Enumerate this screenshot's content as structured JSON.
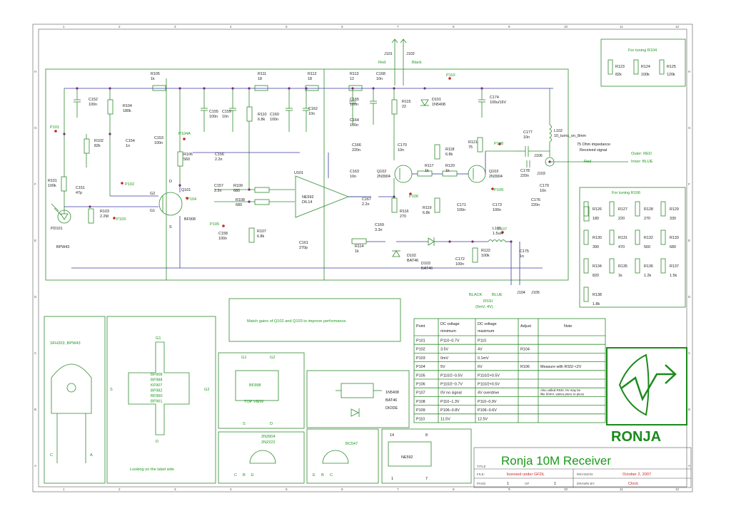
{
  "frame": {
    "cols": [
      "1",
      "2",
      "3",
      "4",
      "5",
      "6",
      "7",
      "8",
      "9",
      "10",
      "11",
      "12"
    ],
    "rows": [
      "H",
      "G",
      "F",
      "E",
      "D",
      "C",
      "B",
      "A"
    ]
  },
  "nets": {
    "j101": "J101",
    "j102": "J102",
    "red": "Red",
    "black": "Black",
    "p110_top": "P110",
    "p101": "P101",
    "p102": "P102",
    "p103": "P103",
    "p104": "P104",
    "p104a": "P104A",
    "p105": "P105",
    "p106": "P106",
    "p107": "P107",
    "p108": "P108",
    "p109": "P109",
    "j103": "J103",
    "j104": "J104",
    "j105": "J105",
    "j106": "J106",
    "imp1": "75 Ohm impedance",
    "imp2": "Received signal",
    "outer": "Outer: RED",
    "inner": "Inner: BLUE",
    "red2": "Red",
    "rssi_black": "BLACK",
    "rssi_blue": "BLUE",
    "rssi": "RSSI",
    "rssi_range": "(0mV..4V)",
    "bpw43": "BPW43",
    "pd101": "PD101",
    "u101": "U101",
    "ne592": "NE592",
    "dil14": "DIL14",
    "q101": "Q101",
    "bf908": "BF908",
    "g1": "G1",
    "g2": "G2",
    "d": "D",
    "s": "S"
  },
  "components": [
    {
      "ref": "R105",
      "val": "1k"
    },
    {
      "ref": "R111",
      "val": "18"
    },
    {
      "ref": "R112",
      "val": "18"
    },
    {
      "ref": "R113",
      "val": "12"
    },
    {
      "ref": "C168",
      "val": "10n"
    },
    {
      "ref": "C152",
      "val": "100n"
    },
    {
      "ref": "R104",
      "val": "180k"
    },
    {
      "ref": "C155",
      "val": "100n"
    },
    {
      "ref": "C159",
      "val": "10n"
    },
    {
      "ref": "R110",
      "val": "6.8k"
    },
    {
      "ref": "C160",
      "val": "100n"
    },
    {
      "ref": "C162",
      "val": "10n"
    },
    {
      "ref": "C165",
      "val": "100n"
    },
    {
      "ref": "C164",
      "val": "100n"
    },
    {
      "ref": "R115",
      "val": "22"
    },
    {
      "ref": "D101",
      "val": "1N5408"
    },
    {
      "ref": "C174",
      "val": "100u/16V"
    },
    {
      "ref": "R102",
      "val": "82k"
    },
    {
      "ref": "C154",
      "val": "1n"
    },
    {
      "ref": "C153",
      "val": "100n"
    },
    {
      "ref": "R106",
      "val": "560"
    },
    {
      "ref": "C156",
      "val": "2.2n"
    },
    {
      "ref": "C166",
      "val": "220n"
    },
    {
      "ref": "C170",
      "val": "10n"
    },
    {
      "ref": "R118",
      "val": "6.8k"
    },
    {
      "ref": "R121",
      "val": "75"
    },
    {
      "ref": "C177",
      "val": "10n"
    },
    {
      "ref": "L102",
      "val": "10_turns_on_8mm"
    },
    {
      "ref": "R101",
      "val": "100k"
    },
    {
      "ref": "C151",
      "val": "47p"
    },
    {
      "ref": "C157",
      "val": "2.2n"
    },
    {
      "ref": "R109",
      "val": "680"
    },
    {
      "ref": "R108",
      "val": "680"
    },
    {
      "ref": "C163",
      "val": "10n"
    },
    {
      "ref": "Q102",
      "val": "2N3904"
    },
    {
      "ref": "R117",
      "val": "1k"
    },
    {
      "ref": "R120",
      "val": "1k"
    },
    {
      "ref": "Q103",
      "val": "2N3904"
    },
    {
      "ref": "C178",
      "val": "220n"
    },
    {
      "ref": "C179",
      "val": "10n"
    },
    {
      "ref": "C176",
      "val": "220n"
    },
    {
      "ref": "R103",
      "val": "2.2M"
    },
    {
      "ref": "C158",
      "val": "100n"
    },
    {
      "ref": "R107",
      "val": "6.8k"
    },
    {
      "ref": "C161",
      "val": "270p"
    },
    {
      "ref": "C167",
      "val": "2.2n"
    },
    {
      "ref": "R116",
      "val": "270"
    },
    {
      "ref": "R119",
      "val": "6.8k"
    },
    {
      "ref": "C171",
      "val": "100n"
    },
    {
      "ref": "C173",
      "val": "100n"
    },
    {
      "ref": "C169",
      "val": "3.3n"
    },
    {
      "ref": "R114",
      "val": "1k"
    },
    {
      "ref": "D102",
      "val": "BAT46"
    },
    {
      "ref": "D103",
      "val": "BAT46"
    },
    {
      "ref": "C172",
      "val": "100n"
    },
    {
      "ref": "R122",
      "val": "100k"
    },
    {
      "ref": "L101",
      "val": "1.5uH"
    },
    {
      "ref": "C175",
      "val": "1n"
    }
  ],
  "tuning_r104": {
    "title": "For tuning R104",
    "items": [
      {
        "ref": "R123",
        "val": "82k"
      },
      {
        "ref": "R124",
        "val": "100k"
      },
      {
        "ref": "R125",
        "val": "120k"
      }
    ]
  },
  "tuning_r106": {
    "title": "For tuning R106",
    "items": [
      {
        "ref": "R126",
        "val": "180"
      },
      {
        "ref": "R127",
        "val": "220"
      },
      {
        "ref": "R128",
        "val": "270"
      },
      {
        "ref": "R129",
        "val": "330"
      },
      {
        "ref": "R130",
        "val": "390"
      },
      {
        "ref": "R131",
        "val": "470"
      },
      {
        "ref": "R132",
        "val": "560"
      },
      {
        "ref": "R133",
        "val": "680"
      },
      {
        "ref": "R134",
        "val": "820"
      },
      {
        "ref": "R135",
        "val": "1k"
      },
      {
        "ref": "R136",
        "val": "1.2k"
      },
      {
        "ref": "R137",
        "val": "1.5k"
      },
      {
        "ref": "R138",
        "val": "1.8k"
      }
    ]
  },
  "note_box": "Match gains of Q102 and Q103 to improve performance.",
  "table": {
    "headers": [
      "Point",
      "DC voltage minimum",
      "DC voltage maximum",
      "Adjust",
      "Note"
    ],
    "rows": [
      [
        "P101",
        "P110−0.7V",
        "P110",
        "",
        ""
      ],
      [
        "P102",
        "3.5V",
        "4V",
        "R104",
        ""
      ],
      [
        "P103",
        "0mV",
        "0.1mV",
        "",
        ""
      ],
      [
        "P104",
        "5V",
        "6V",
        "R106",
        "Measure with RSSI <2V"
      ],
      [
        "P105",
        "P110/2−0.5V",
        "P110/2+0.5V",
        "",
        ""
      ],
      [
        "P106",
        "P110/2−0.7V",
        "P110/2+0.5V",
        "",
        ""
      ],
      [
        "P107",
        "0V no signal",
        "4V overdrive",
        "",
        "Also called RSSI. 0V may be like 60mV, varies piece to piece"
      ],
      [
        "P108",
        "P110−1.3V",
        "P110−0.9V",
        "",
        ""
      ],
      [
        "P109",
        "P106−0.8V",
        "P106−0.6V",
        "",
        ""
      ],
      [
        "P110",
        "11.5V",
        "12.5V",
        "",
        ""
      ]
    ]
  },
  "packages": {
    "pd_title": "SFH203, BPW43",
    "pd_c": "C",
    "pd_a": "A",
    "fet_g1": "G1",
    "fet_g2": "G2",
    "fet_s": "S",
    "fet_d": "D",
    "fet_list": [
      "BF908",
      "BF988",
      "KF907",
      "BF982",
      "BF960",
      "BF961"
    ],
    "fet_caption": "Looking on the label side",
    "bf998_g1": "G1",
    "bf998_g2": "G2",
    "bf998": "BF998",
    "bf998_view": "TOP VIEW",
    "bf998_s": "S",
    "bf998_d": "D",
    "diode_list": [
      "1N5408",
      "BAT46",
      "DIODE"
    ],
    "npn1": [
      "2N3904",
      "2N2222"
    ],
    "npn2": "BC547",
    "cbe": [
      "C",
      "B",
      "E"
    ],
    "ebc": [
      "E",
      "B",
      "C"
    ],
    "ic_14": "14",
    "ic_8": "8",
    "ic_1": "1",
    "ic_7": "7",
    "ic_name": "NE592"
  },
  "logo": "RONJA",
  "title_block": {
    "title_label": "TITLE",
    "title": "Ronja 10M Receiver",
    "file_label": "FILE:",
    "file": "licensed under GFDL",
    "revision_label": "REVISION:",
    "revision": "October 2, 2007",
    "page_label": "PAGE",
    "page": "1",
    "of_label": "OF",
    "of": "1",
    "drawn_label": "DRAWN BY:",
    "drawn": "Clock"
  },
  "colors": {
    "wire": "#2e8b2e",
    "net": "#3a3aa0",
    "probe": "#d02020",
    "logo": "#1a8a1a"
  }
}
